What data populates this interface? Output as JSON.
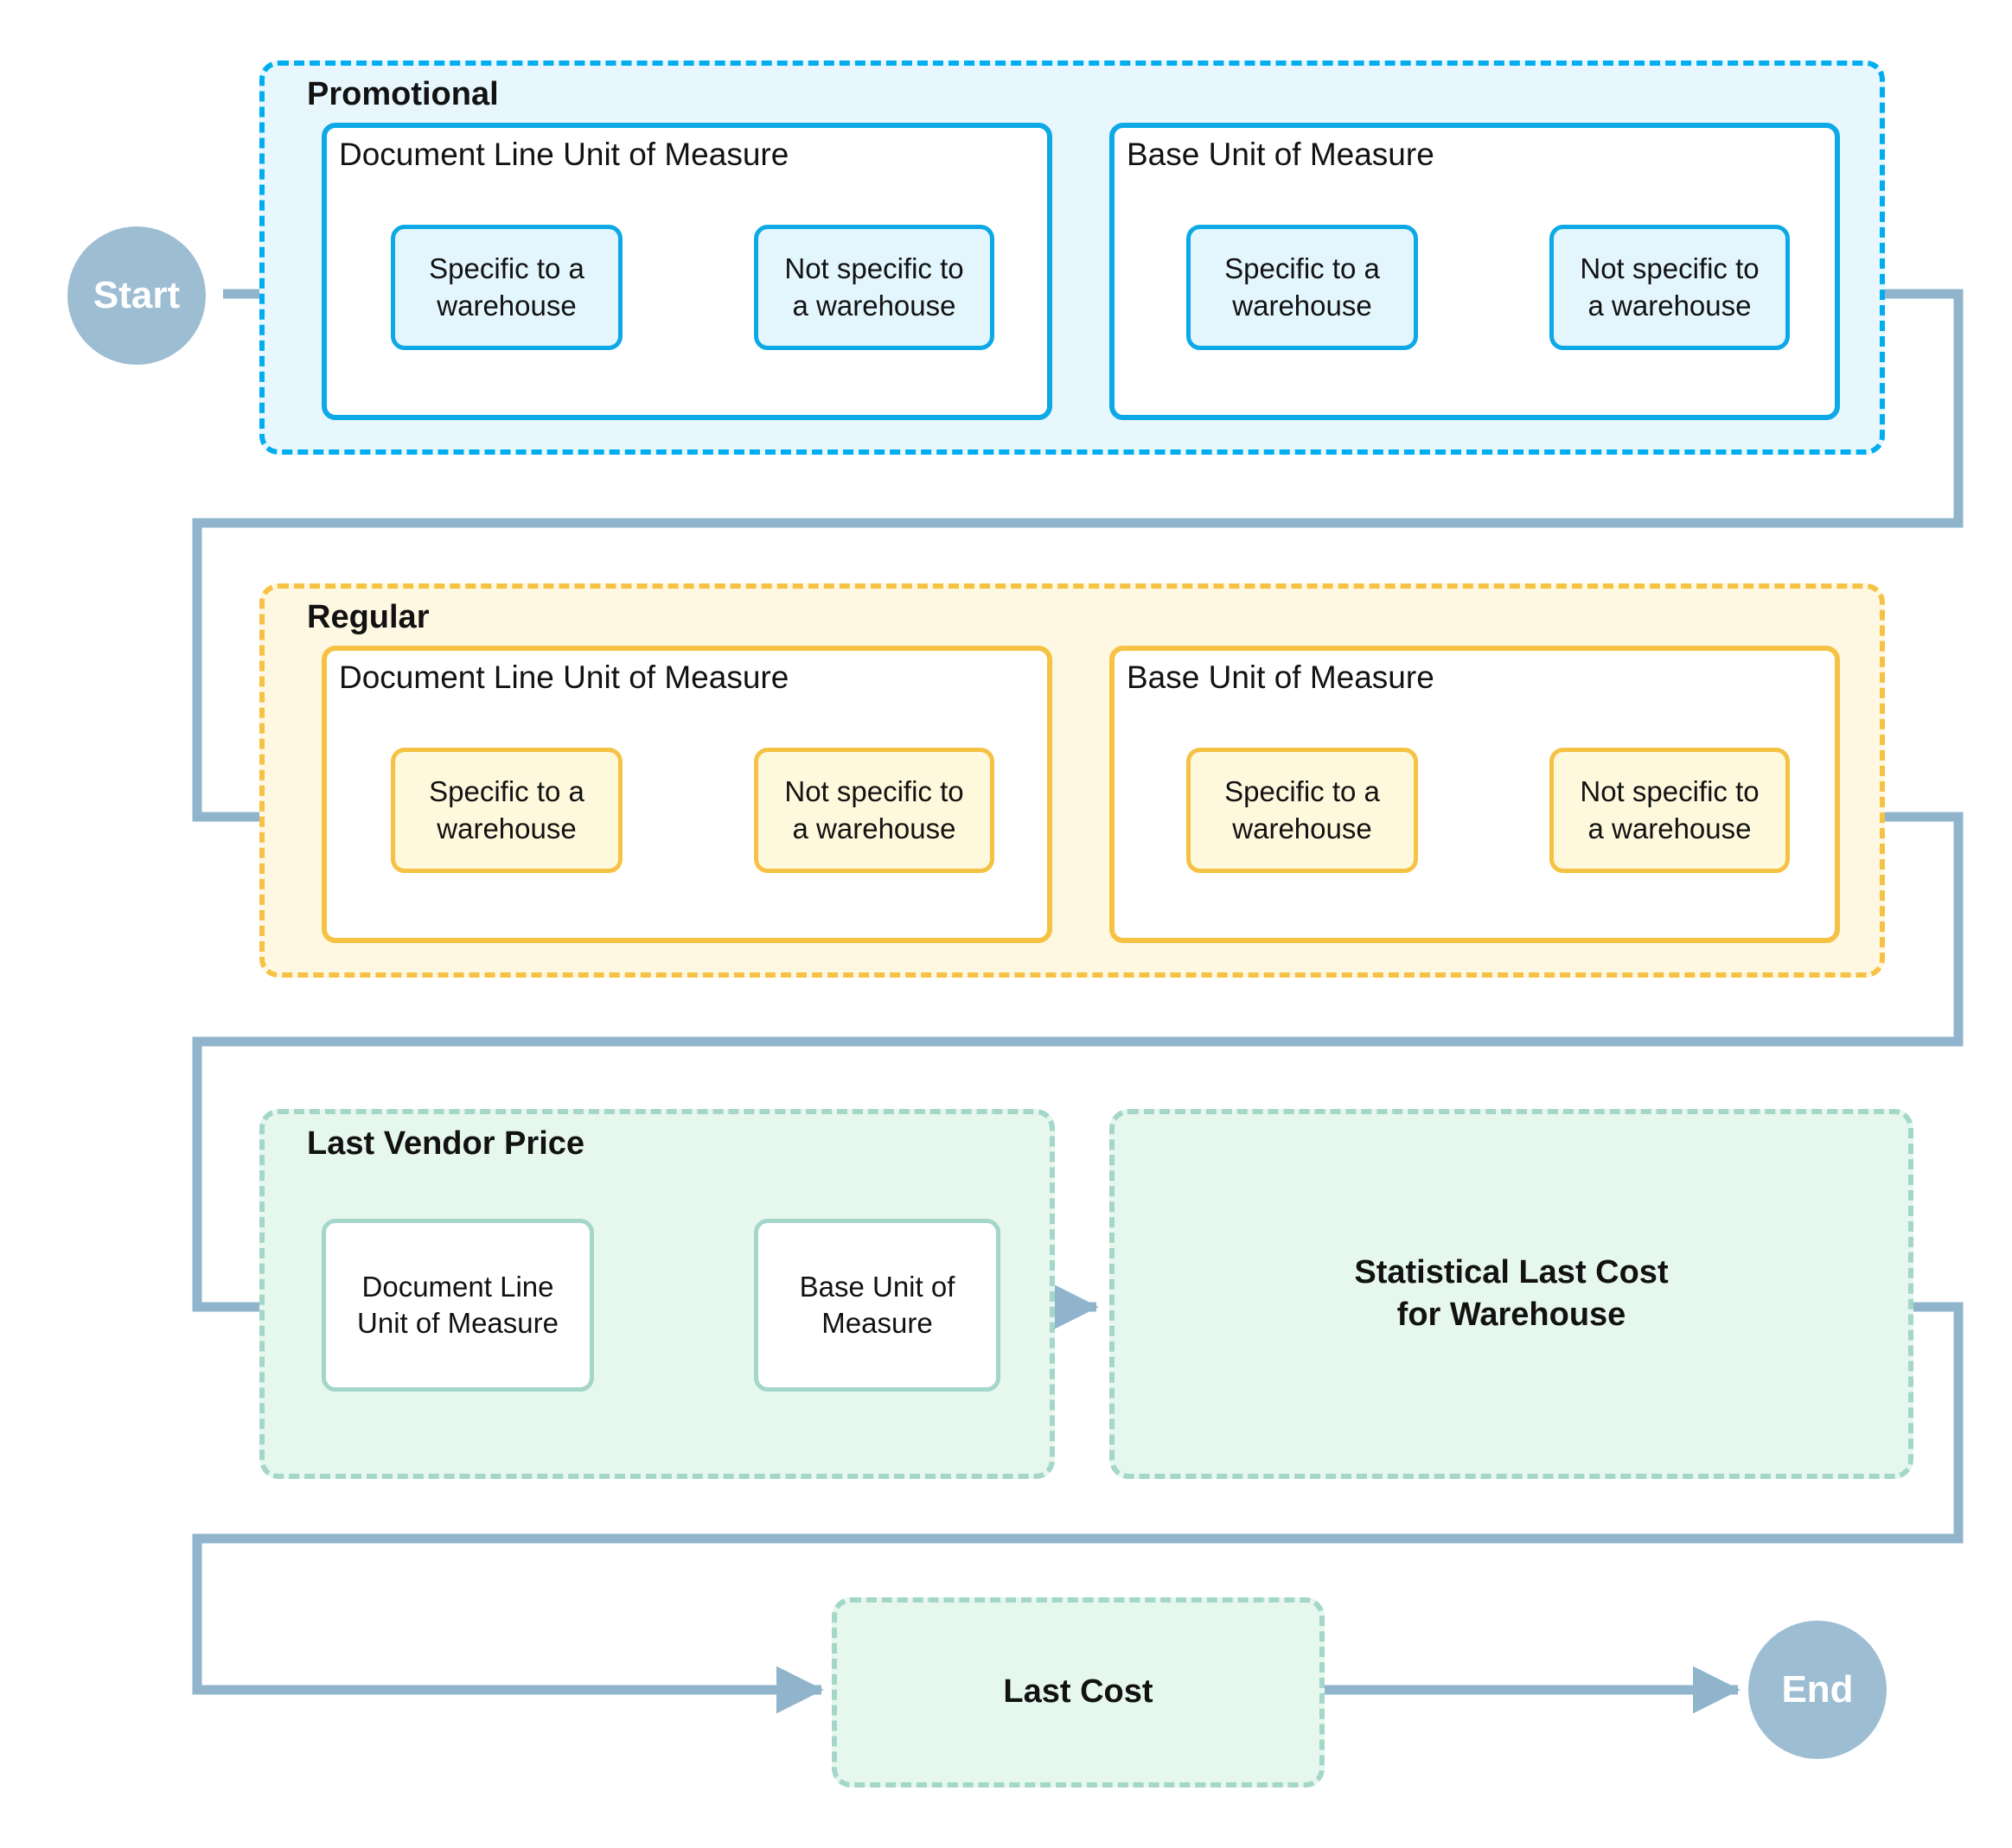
{
  "diagram": {
    "title_hidden": "",
    "colors": {
      "connector": "#8FB4CC",
      "terminator_fill": "#9DBDD3",
      "promotional_border": "#00AEEF",
      "promotional_fill": "#E8F7FD",
      "regular_border": "#F5C244",
      "regular_fill": "#FEF8E2",
      "green_border": "#A4D6C9",
      "green_fill": "#E6F7EE",
      "text": "#121212"
    }
  },
  "terminators": {
    "start": "Start",
    "end": "End"
  },
  "sections": [
    {
      "id": "promotional",
      "title": "Promotional",
      "subgroups": [
        {
          "id": "promo-dlum",
          "title": "Document Line Unit of Measure",
          "leaves": [
            {
              "id": "promo-dlum-specific",
              "label": "Specific to a\nwarehouse"
            },
            {
              "id": "promo-dlum-not-specific",
              "label": "Not specific to\na warehouse"
            }
          ]
        },
        {
          "id": "promo-bum",
          "title": "Base Unit of Measure",
          "leaves": [
            {
              "id": "promo-bum-specific",
              "label": "Specific to a\nwarehouse"
            },
            {
              "id": "promo-bum-not-specific",
              "label": "Not specific to\na warehouse"
            }
          ]
        }
      ]
    },
    {
      "id": "regular",
      "title": "Regular",
      "subgroups": [
        {
          "id": "reg-dlum",
          "title": "Document Line Unit of Measure",
          "leaves": [
            {
              "id": "reg-dlum-specific",
              "label": "Specific to a\nwarehouse"
            },
            {
              "id": "reg-dlum-not-specific",
              "label": "Not specific to\na warehouse"
            }
          ]
        },
        {
          "id": "reg-bum",
          "title": "Base Unit of Measure",
          "leaves": [
            {
              "id": "reg-bum-specific",
              "label": "Specific to a\nwarehouse"
            },
            {
              "id": "reg-bum-not-specific",
              "label": "Not specific to\na warehouse"
            }
          ]
        }
      ]
    },
    {
      "id": "last-vendor-price",
      "title": "Last Vendor Price",
      "subgroups": [],
      "leaves": [
        {
          "id": "lvp-dlum",
          "label": "Document Line\nUnit of Measure"
        },
        {
          "id": "lvp-bum",
          "label": "Base Unit of\nMeasure"
        }
      ]
    }
  ],
  "standalone_boxes": [
    {
      "id": "statistical-last-cost",
      "label": "Statistical Last Cost\nfor Warehouse"
    },
    {
      "id": "last-cost",
      "label": "Last Cost"
    }
  ],
  "labels": {
    "promotional": "Promotional",
    "regular": "Regular",
    "last_vendor_price": "Last Vendor Price",
    "document_line_unit_of_measure": "Document Line Unit of Measure",
    "base_unit_of_measure": "Base Unit of Measure",
    "specific_to_a_warehouse": "Specific to a\nwarehouse",
    "not_specific_to_a_warehouse": "Not specific to\na warehouse",
    "lvp_document_line": "Document Line\nUnit of Measure",
    "lvp_base_unit": "Base Unit of\nMeasure",
    "statistical_last_cost": "Statistical Last Cost\nfor Warehouse",
    "last_cost": "Last Cost",
    "start": "Start",
    "end": "End"
  },
  "flow_order": [
    "Start",
    "Promotional / Document Line Unit of Measure / Specific to a warehouse",
    "Promotional / Document Line Unit of Measure / Not specific to a warehouse",
    "Promotional / Base Unit of Measure / Specific to a warehouse",
    "Promotional / Base Unit of Measure / Not specific to a warehouse",
    "Regular / Document Line Unit of Measure / Specific to a warehouse",
    "Regular / Document Line Unit of Measure / Not specific to a warehouse",
    "Regular / Base Unit of Measure / Specific to a warehouse",
    "Regular / Base Unit of Measure / Not specific to a warehouse",
    "Last Vendor Price / Document Line Unit of Measure",
    "Last Vendor Price / Base Unit of Measure",
    "Statistical Last Cost for Warehouse",
    "Last Cost",
    "End"
  ]
}
